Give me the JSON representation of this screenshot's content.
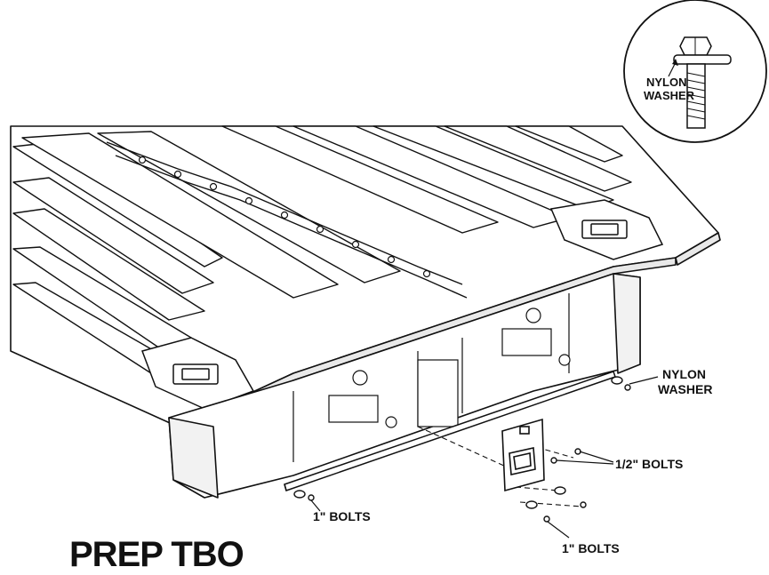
{
  "title": "PREP TBO",
  "callouts": {
    "inset_washer": [
      "NYLON",
      "WASHER"
    ],
    "right_washer": [
      "NYLON",
      "WASHER"
    ],
    "half_inch_bolts": "1/2\" BOLTS",
    "left_bolts": "1\" BOLTS",
    "bottom_bolts": "1\" BOLTS"
  },
  "colors": {
    "ink": "#111111",
    "paper": "#ffffff",
    "fill_light": "#f2f2f2"
  }
}
